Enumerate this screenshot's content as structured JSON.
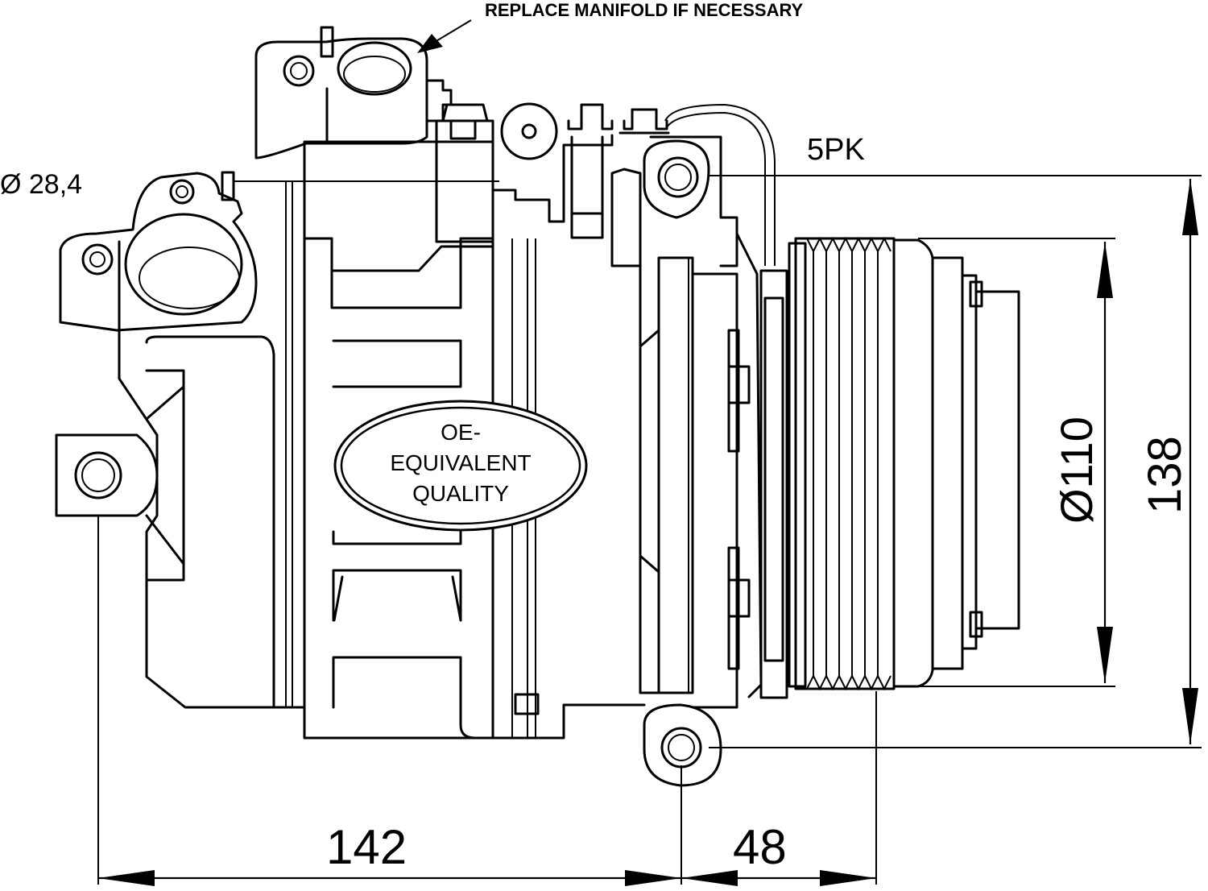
{
  "annotations": {
    "replace_manifold": "REPLACE MANIFOLD IF NECESSARY",
    "port_diameter": "Ø 28,4",
    "belt_profile": "5PK"
  },
  "dimensions": {
    "pulley_diameter": "Ø110",
    "height": "138",
    "width": "142",
    "pulley_offset": "48"
  },
  "badge": {
    "line1": "OE-",
    "line2": "EQUIVALENT",
    "line3": "QUALITY"
  }
}
